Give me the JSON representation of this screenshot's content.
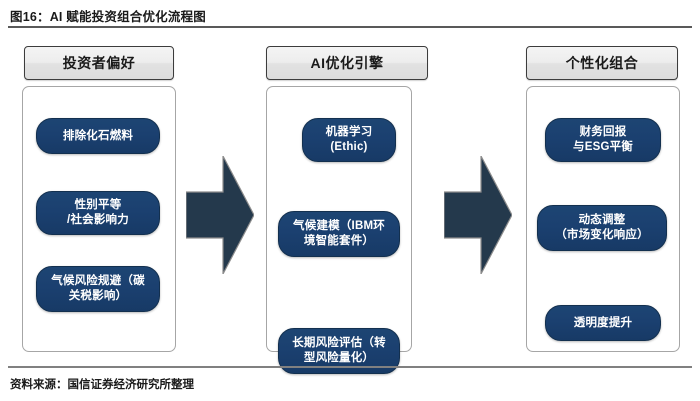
{
  "figure": {
    "title": "图16：AI 赋能投资组合优化流程图",
    "source_note": "资料来源：国信证券经济研究所整理"
  },
  "colors": {
    "pill_navy": "#1b4070",
    "arrow_navy": "#24394c",
    "header_chip": "#ededed",
    "container_border": "#a6a6a6",
    "rule": "#595959"
  },
  "flow": {
    "columns": [
      {
        "header": "投资者偏好",
        "items": [
          {
            "lines": [
              "排除化石燃料"
            ]
          },
          {
            "lines": [
              "性别平等",
              "/社会影响力"
            ]
          },
          {
            "lines": [
              "气候风险规避（碳",
              "关税影响）"
            ]
          }
        ]
      },
      {
        "header": "AI优化引擎",
        "items": [
          {
            "lines": [
              "机器学习",
              "(Ethic)"
            ]
          },
          {
            "lines": [
              "气候建模（IBM环",
              "境智能套件）"
            ]
          },
          {
            "lines": [
              "长期风险评估（转",
              "型风险量化）"
            ]
          }
        ]
      },
      {
        "header": "个性化组合",
        "items": [
          {
            "lines": [
              "财务回报",
              "与ESG平衡"
            ]
          },
          {
            "lines": [
              "动态调整",
              "（市场变化响应）"
            ]
          },
          {
            "lines": [
              "透明度提升"
            ]
          }
        ]
      }
    ],
    "arrows": [
      {
        "name": "arrow-preferences-to-engine",
        "direction": "right"
      },
      {
        "name": "arrow-engine-to-portfolio",
        "direction": "right"
      }
    ]
  }
}
